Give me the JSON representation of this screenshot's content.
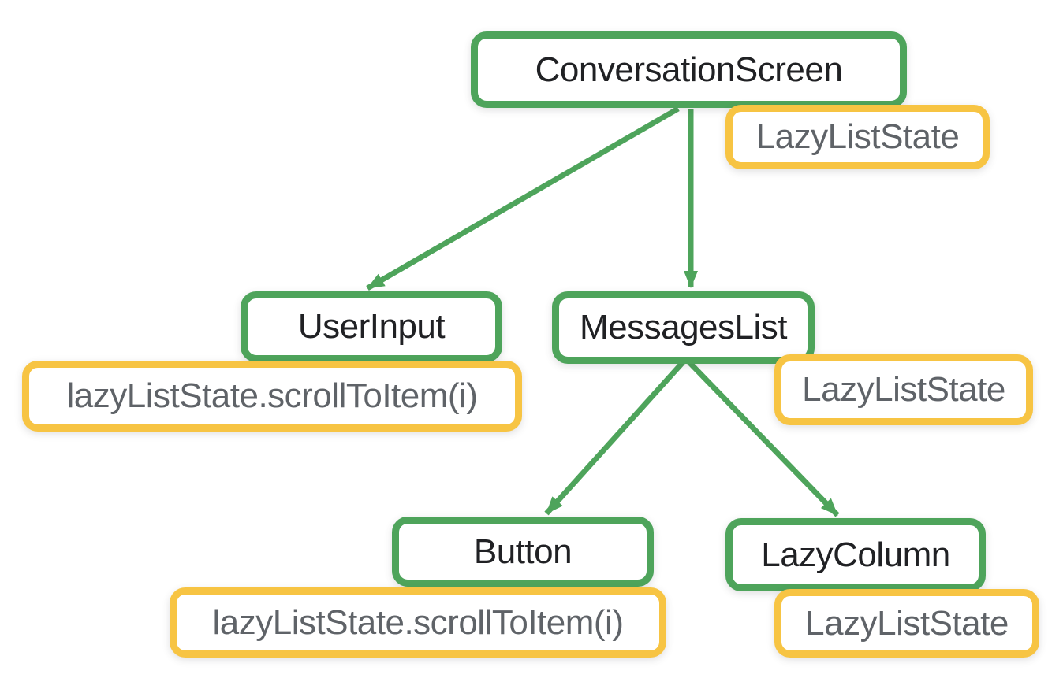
{
  "diagram": {
    "description": "Component tree with hoisted state",
    "colors": {
      "node_border": "#4EA45B",
      "state_border": "#F7C443",
      "node_text": "#202124",
      "state_text": "#5F6368",
      "background": "#FFFFFF",
      "edge": "#4EA45B"
    },
    "nodes": {
      "conversation_screen": {
        "label": "ConversationScreen"
      },
      "user_input": {
        "label": "UserInput"
      },
      "messages_list": {
        "label": "MessagesList"
      },
      "button": {
        "label": "Button"
      },
      "lazy_column": {
        "label": "LazyColumn"
      }
    },
    "state_labels": {
      "conversation_screen_state": {
        "label": "LazyListState"
      },
      "user_input_event": {
        "label": "lazyListState.scrollToItem(i)"
      },
      "messages_list_state": {
        "label": "LazyListState"
      },
      "button_event": {
        "label": "lazyListState.scrollToItem(i)"
      },
      "lazy_column_state": {
        "label": "LazyListState"
      }
    },
    "edges": [
      {
        "from": "ConversationScreen",
        "to": "UserInput"
      },
      {
        "from": "ConversationScreen",
        "to": "MessagesList"
      },
      {
        "from": "MessagesList",
        "to": "Button"
      },
      {
        "from": "MessagesList",
        "to": "LazyColumn"
      }
    ]
  }
}
